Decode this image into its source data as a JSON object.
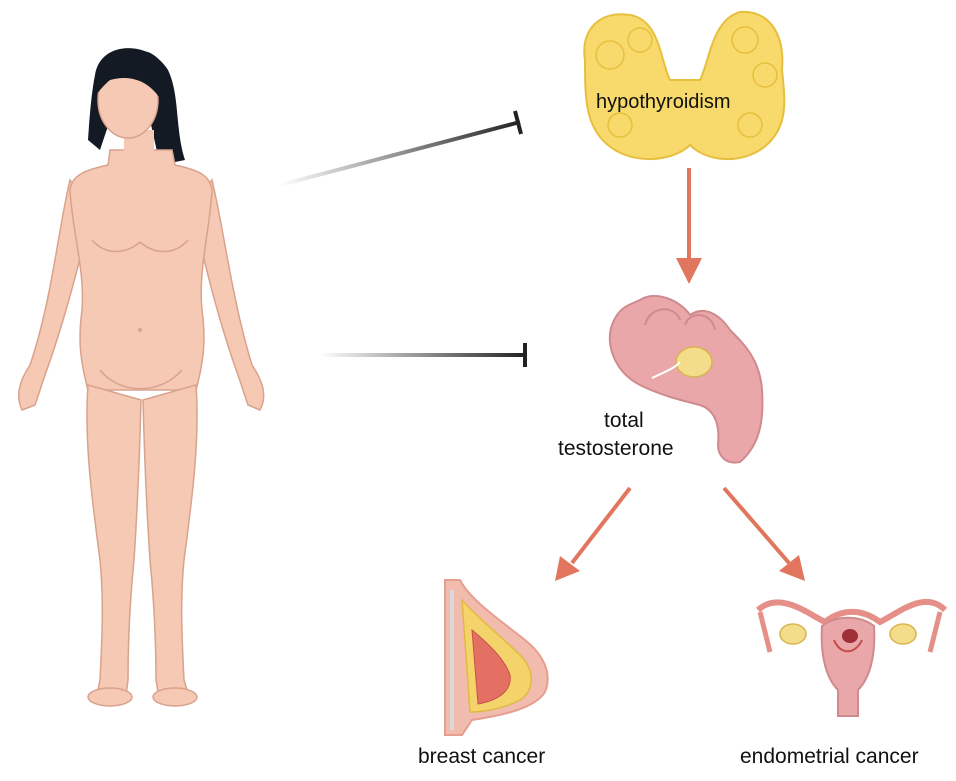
{
  "labels": {
    "hypothyroidism": "hypothyroidism",
    "total_testosterone_line1": "total",
    "total_testosterone_line2": "testosterone",
    "breast_cancer": "breast cancer",
    "endometrial_cancer": "endometrial cancer"
  },
  "colors": {
    "skin": "#f6c9b5",
    "skin_outline": "#d9a28d",
    "hair": "#141a24",
    "thyroid": "#f7da6b",
    "thyroid_outline": "#e7bf3f",
    "arrow": "#e2755e",
    "inhibit": "#222222",
    "uterus": "#eaa7a9",
    "ovary": "#f4dd8a"
  }
}
